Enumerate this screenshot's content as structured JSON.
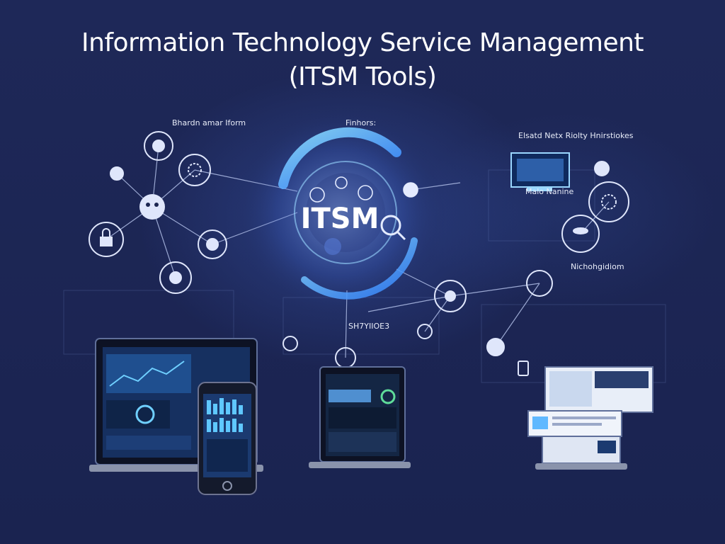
{
  "header": {
    "title_line1": "Information Technology Service Management",
    "title_line2": "(ITSM Tools)"
  },
  "hub": {
    "label": "ITSM"
  },
  "labels": {
    "top_left": "Bhardn amar Iform",
    "top_center": "Finhors:",
    "top_right": "Elsatd Netx Riolty Hnirstiokes",
    "right_mid": "Malo Nanine",
    "right_lower": "Nichohgidiom",
    "center_lower": "SH7YIIOE3"
  },
  "colors": {
    "background": "#1b2550",
    "accent": "#4fb3ff",
    "glow": "#7fd0ff"
  },
  "icons": [
    "user-icon",
    "lock-icon",
    "gear-icon",
    "database-icon",
    "cloud-icon",
    "chart-icon",
    "phone-icon",
    "globe-icon"
  ]
}
